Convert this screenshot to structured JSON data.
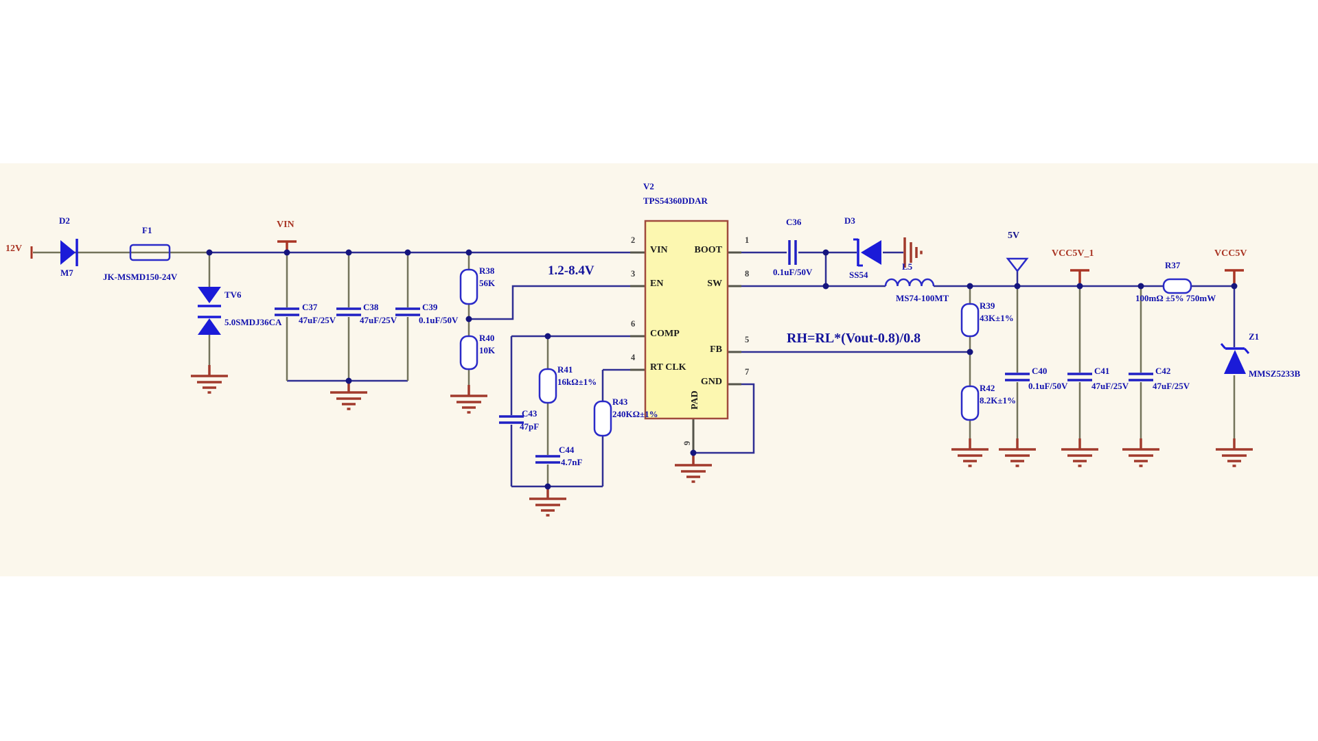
{
  "colors": {
    "sheet_bg": "#fbf7ec",
    "wire_blue": "#2e2e93",
    "symbol_blue": "#2323cf",
    "label_blue": "#1111ad",
    "net_red": "#a93524",
    "ground_red": "#a13a2c",
    "ic_fill": "#fcf7b0",
    "ic_border": "#a04a3c"
  },
  "ports": {
    "p12v": "12V",
    "vin": "VIN",
    "v5": "5V",
    "vcc5v_1": "VCC5V_1",
    "vcc5v": "VCC5V"
  },
  "annotations": {
    "en_range": "1.2-8.4V",
    "fb_formula": "RH=RL*(Vout-0.8)/0.8"
  },
  "ic": {
    "ref": "V2",
    "part": "TPS54360DDAR",
    "pins_left": [
      {
        "num": "2",
        "name": "VIN"
      },
      {
        "num": "3",
        "name": "EN"
      },
      {
        "num": "6",
        "name": "COMP"
      },
      {
        "num": "4",
        "name": "RT CLK"
      }
    ],
    "pins_right": [
      {
        "num": "1",
        "name": "BOOT"
      },
      {
        "num": "8",
        "name": "SW"
      },
      {
        "num": "5",
        "name": "FB"
      },
      {
        "num": "7",
        "name": "GND"
      }
    ],
    "pad": {
      "num": "9",
      "name": "PAD"
    }
  },
  "components": {
    "d2": {
      "ref": "D2",
      "part": "M7"
    },
    "f1": {
      "ref": "F1",
      "part": "JK-MSMD150-24V"
    },
    "tv6": {
      "ref": "TV6",
      "part": "5.0SMDJ36CA"
    },
    "c37": {
      "ref": "C37",
      "value": "47uF/25V"
    },
    "c38": {
      "ref": "C38",
      "value": "47uF/25V"
    },
    "c39": {
      "ref": "C39",
      "value": "0.1uF/50V"
    },
    "r38": {
      "ref": "R38",
      "value": "56K"
    },
    "r40": {
      "ref": "R40",
      "value": "10K"
    },
    "r41": {
      "ref": "R41",
      "value": "16kΩ±1%"
    },
    "c43": {
      "ref": "C43",
      "value": "47pF"
    },
    "c44": {
      "ref": "C44",
      "value": "4.7nF"
    },
    "r43": {
      "ref": "R43",
      "value": "240KΩ±1%"
    },
    "c36": {
      "ref": "C36",
      "value": "0.1uF/50V"
    },
    "d3": {
      "ref": "D3",
      "part": "SS54"
    },
    "l5": {
      "ref": "L5",
      "part": "MS74-100MT"
    },
    "r39": {
      "ref": "R39",
      "value": "43K±1%"
    },
    "r42": {
      "ref": "R42",
      "value": "8.2K±1%"
    },
    "c40": {
      "ref": "C40",
      "value": "0.1uF/50V"
    },
    "c41": {
      "ref": "C41",
      "value": "47uF/25V"
    },
    "c42": {
      "ref": "C42",
      "value": "47uF/25V"
    },
    "r37": {
      "ref": "R37",
      "value": "100mΩ ±5% 750mW"
    },
    "z1": {
      "ref": "Z1",
      "part": "MMSZ5233B"
    }
  }
}
